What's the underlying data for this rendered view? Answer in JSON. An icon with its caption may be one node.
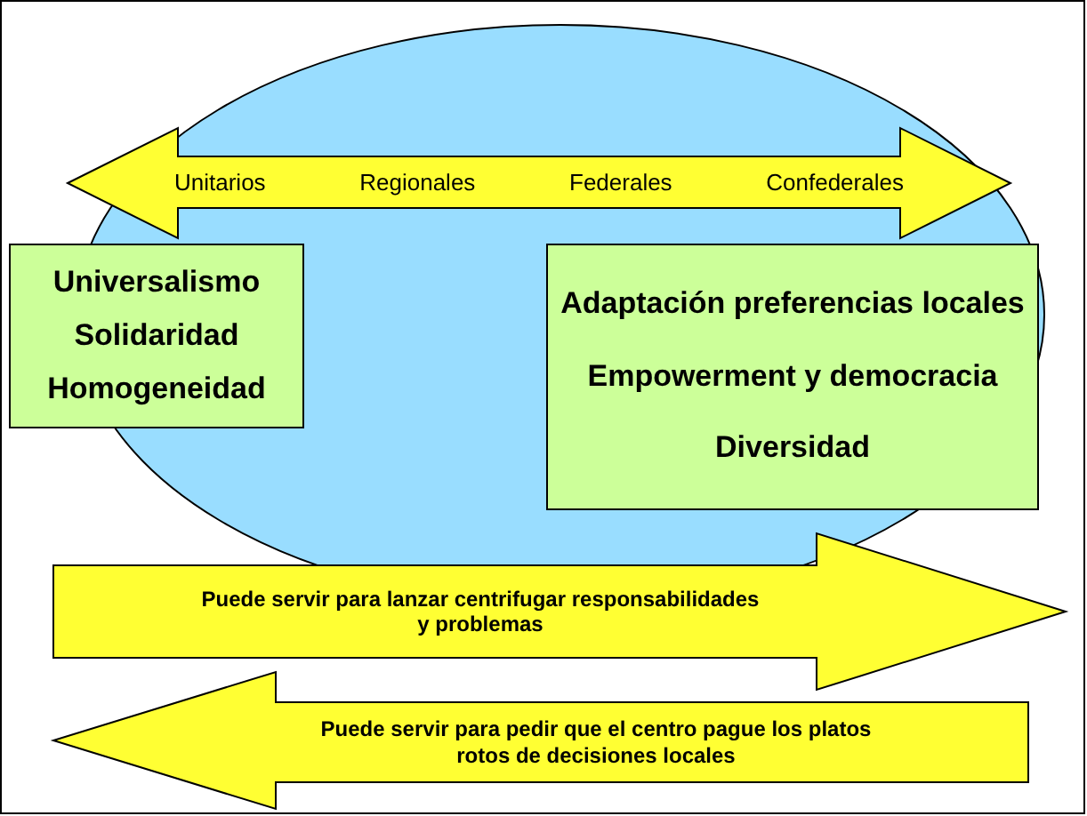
{
  "diagram": {
    "nodes": [
      {
        "text": [
          "Unitarios",
          "Regionales",
          "Federales",
          "Confederales"
        ]
      },
      {
        "text": [
          "Universalismo",
          "Solidaridad",
          "Homogeneidad"
        ]
      },
      {
        "text": [
          "Adaptación preferencias locales",
          "Empowerment y democracia",
          "Diversidad"
        ]
      },
      {
        "text": [
          "Puede servir para lanzar centrifugar responsabilidades y problemas"
        ]
      },
      {
        "text": [
          "Puede servir para pedir que el centro pague los platos rotos de decisiones locales"
        ]
      }
    ]
  }
}
